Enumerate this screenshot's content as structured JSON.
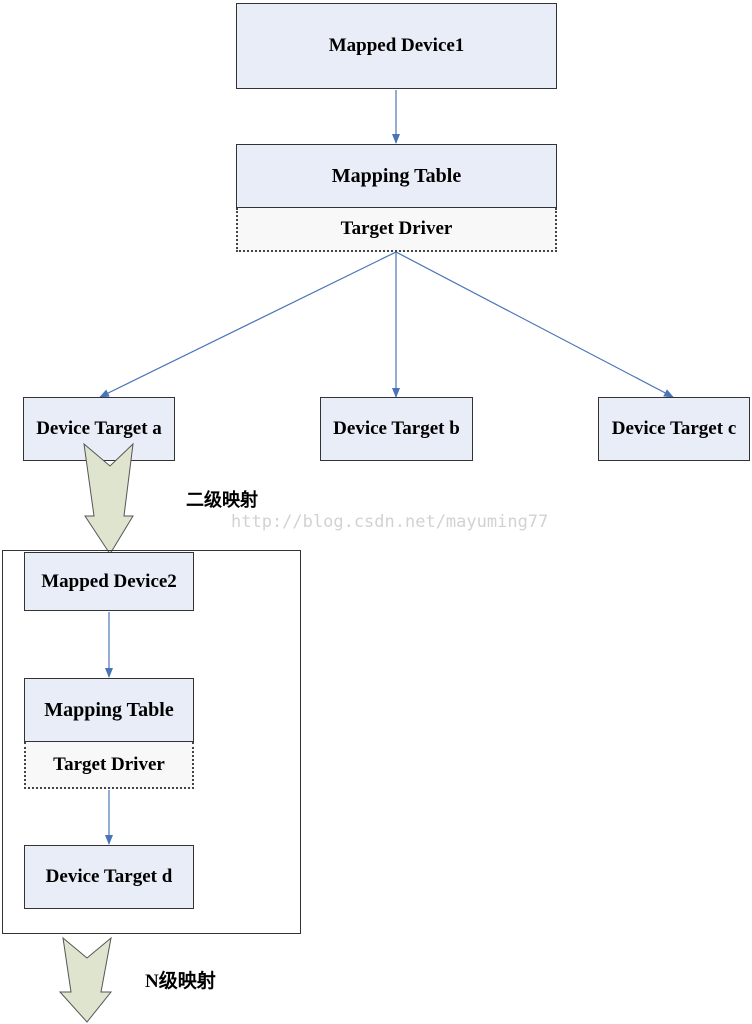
{
  "colors": {
    "box_fill": "#e8edf7",
    "connector": "#4a74b8",
    "level_arrow_fill": "#dfe4cf"
  },
  "nodes": {
    "mapped_device_1": "Mapped Device1",
    "mapping_table_1": "Mapping Table",
    "target_driver_1": "Target Driver",
    "device_target_a": "Device Target a",
    "device_target_b": "Device Target b",
    "device_target_c": "Device Target c",
    "mapped_device_2": "Mapped Device2",
    "mapping_table_2": "Mapping Table",
    "target_driver_2": "Target Driver",
    "device_target_d": "Device Target d"
  },
  "labels": {
    "level_2": "二级映射",
    "level_n": "N级映射"
  },
  "watermark": "http://blog.csdn.net/mayuming77"
}
